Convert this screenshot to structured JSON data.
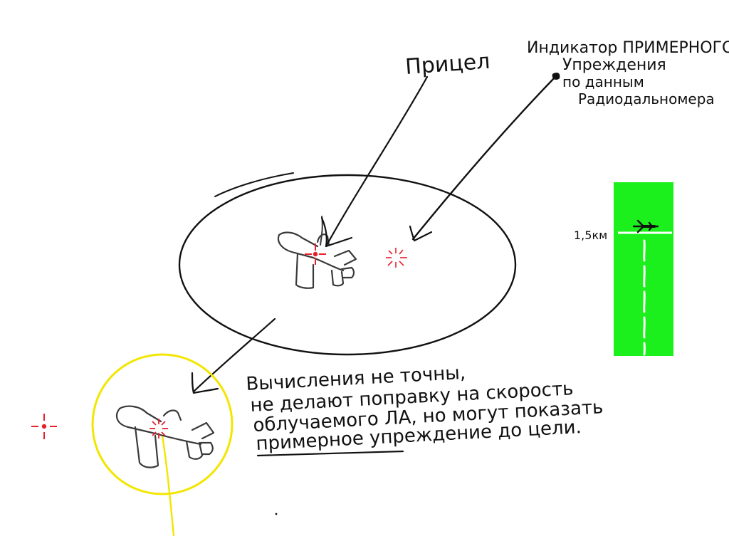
{
  "labels": {
    "sight": "Прицел",
    "indicator_lines": [
      "Индикатор ПРИМЕРНОГО",
      "Упреждения",
      "по данным",
      "Радиодальномера"
    ],
    "runway_distance": "1,5км",
    "note_lines": [
      "Вычисления не точны,",
      "не делают поправку на скорость",
      "облучаемого ЛА, но могут показать",
      "примерное упреждение до цели."
    ]
  },
  "colors": {
    "ink": "#111111",
    "reticle": "#e8202a",
    "highlight": "#f2e600",
    "runway": "#1cf01c"
  },
  "icons": {
    "target": "aircraft-sketch-icon",
    "reticle": "crosshair-icon",
    "lead_marker": "starburst-icon",
    "runway_plane": "plane-icon"
  }
}
